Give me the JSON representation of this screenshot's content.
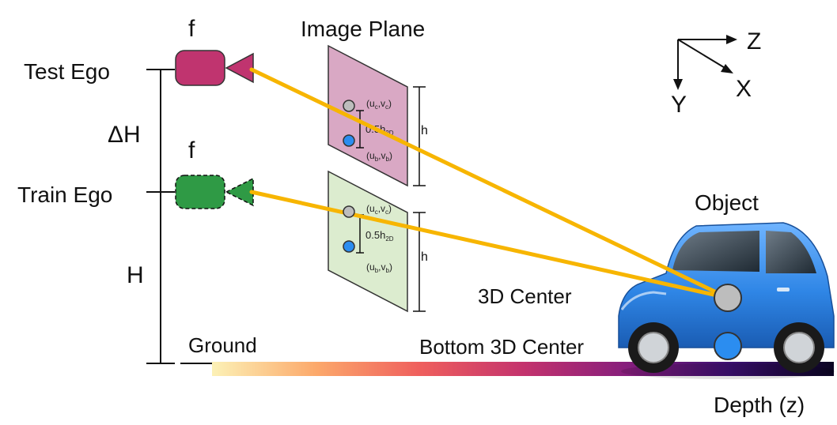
{
  "labels": {
    "test_ego": "Test Ego",
    "train_ego": "Train Ego",
    "delta_h": "ΔH",
    "h_big": "H",
    "focal_test": "f",
    "focal_train": "f",
    "image_plane": "Image Plane",
    "object": "Object",
    "center_3d": "3D Center",
    "bottom_center_3d": "Bottom 3D Center",
    "ground": "Ground",
    "depth": "Depth (z)",
    "axis_z": "Z",
    "axis_x": "X",
    "axis_y": "Y"
  },
  "planes": {
    "test": {
      "center_u": "u",
      "center_u_sub": "c",
      "center_v": ",v",
      "center_v_sub": "c",
      "half_height_prefix": "0.5h",
      "half_height_sub": "2D",
      "bottom_u": "u",
      "bottom_u_sub": "b",
      "bottom_v": ",v",
      "bottom_v_sub": "b",
      "height": "h"
    },
    "train": {
      "center_u": "u",
      "center_u_sub": "c",
      "center_v": ",v",
      "center_v_sub": "c",
      "half_height_prefix": "0.5h",
      "half_height_sub": "2D",
      "bottom_u": "u",
      "bottom_u_sub": "b",
      "bottom_v": ",v",
      "bottom_v_sub": "b",
      "height": "h"
    }
  },
  "colors": {
    "test_camera": "#c0346f",
    "test_plane": "#d9a8c4",
    "train_camera": "#2f9a45",
    "train_plane": "#dceccf",
    "ray": "#f7b500",
    "center_point": "#bdbdbd",
    "bottom_point": "#2b8df0",
    "car_body": "#3d8fe8"
  },
  "depth_gradient": [
    "#fcf1b6",
    "#fca96b",
    "#ef5f5d",
    "#c4336d",
    "#861e7c",
    "#3c0f72",
    "#0b0522"
  ]
}
